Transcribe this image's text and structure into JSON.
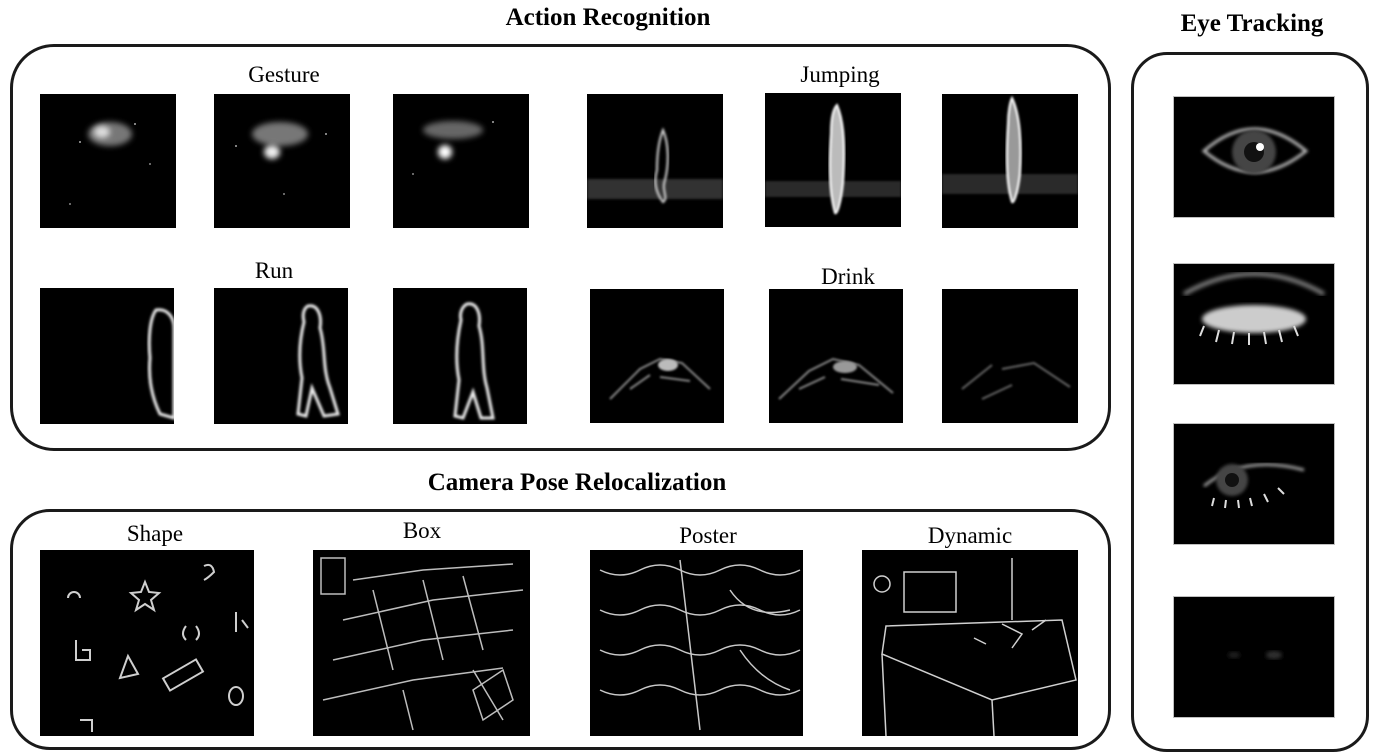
{
  "titles": {
    "action": "Action Recognition",
    "eye": "Eye Tracking",
    "camera": "Camera Pose Relocalization"
  },
  "action_labels": {
    "gesture": "Gesture",
    "jumping": "Jumping",
    "run": "Run",
    "drink": "Drink"
  },
  "camera_labels": {
    "shape": "Shape",
    "box": "Box",
    "poster": "Poster",
    "dynamic": "Dynamic"
  },
  "frame_content": {
    "gesture": [
      "event-frame-hand-gesture",
      "event-frame-hand-gesture",
      "event-frame-hand-gesture"
    ],
    "jumping": [
      "event-frame-person-jumping",
      "event-frame-person-jumping",
      "event-frame-person-jumping"
    ],
    "run": [
      "event-frame-person-running",
      "event-frame-person-running",
      "event-frame-person-running"
    ],
    "drink": [
      "event-frame-drinking",
      "event-frame-drinking",
      "event-frame-drinking"
    ],
    "camera": [
      "event-frame-shapes",
      "event-frame-boxes",
      "event-frame-poster",
      "event-frame-dynamic-desk"
    ],
    "eye": [
      "event-frame-eye-open",
      "event-frame-eye-closing",
      "event-frame-eye-looking-side",
      "event-frame-eye-dark"
    ]
  },
  "colors": {
    "frame_background": "#000000",
    "event_pixels": "#ffffff",
    "panel_border": "#1a1a1a"
  }
}
